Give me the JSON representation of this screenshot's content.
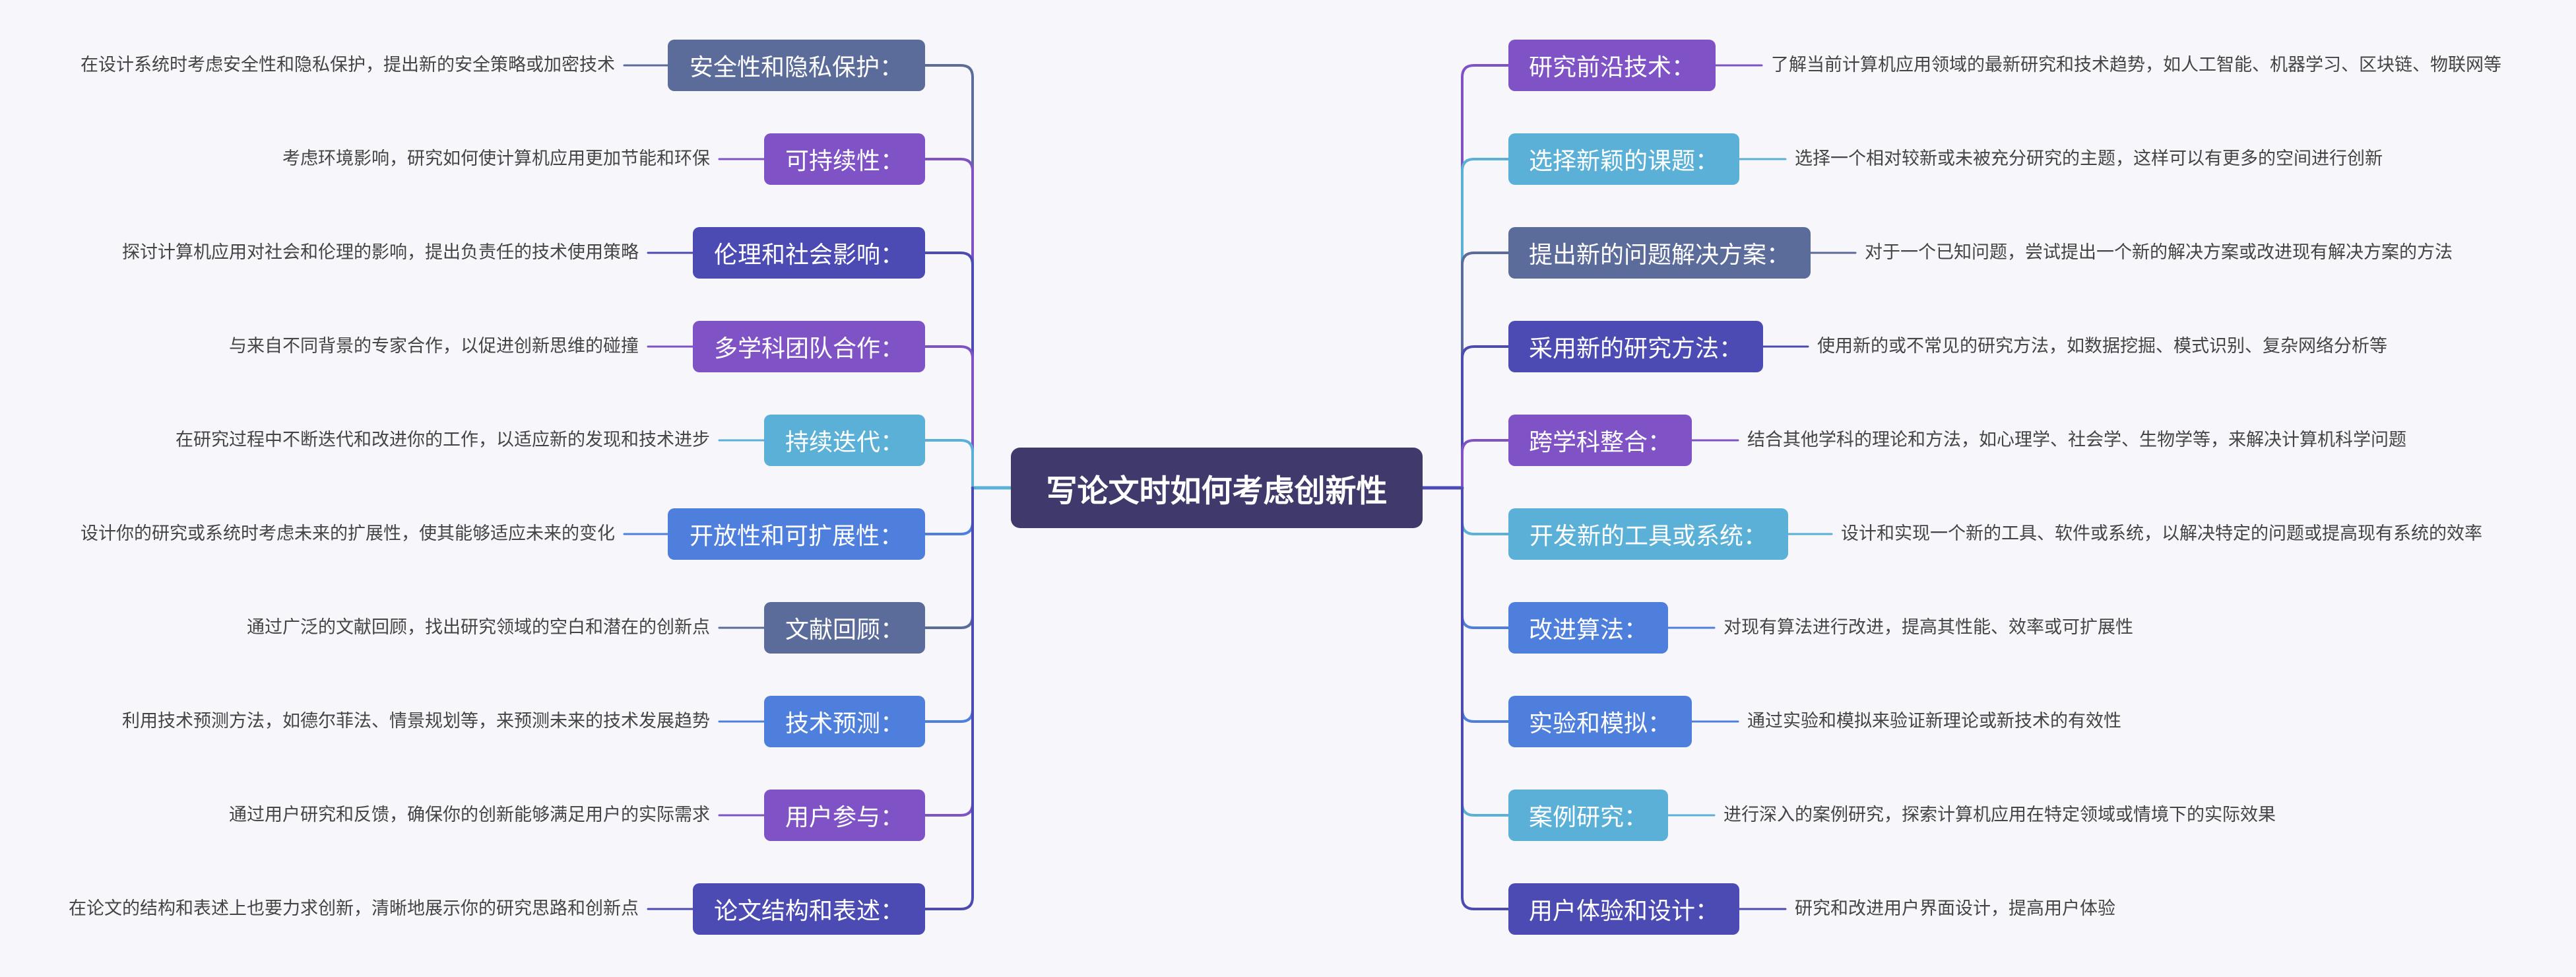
{
  "central": {
    "title": "写论文时如何考虑创新性",
    "color": "#3f3a6b"
  },
  "line_colors": {
    "slate": "#5b6b9a",
    "violet": "#7f52c6",
    "indigo": "#4c4bb3",
    "sky": "#5ab0d6",
    "blue": "#4f7fdc"
  },
  "left": [
    {
      "label": "安全性和隐私保护：",
      "desc": "在设计系统时考虑安全性和隐私保护，提出新的安全策略或加密技术",
      "color": "#5b6b9a"
    },
    {
      "label": "可持续性：",
      "desc": "考虑环境影响，研究如何使计算机应用更加节能和环保",
      "color": "#7f52c6"
    },
    {
      "label": "伦理和社会影响：",
      "desc": "探讨计算机应用对社会和伦理的影响，提出负责任的技术使用策略",
      "color": "#4c4bb3"
    },
    {
      "label": "多学科团队合作：",
      "desc": "与来自不同背景的专家合作，以促进创新思维的碰撞",
      "color": "#7f52c6"
    },
    {
      "label": "持续迭代：",
      "desc": "在研究过程中不断迭代和改进你的工作，以适应新的发现和技术进步",
      "color": "#5ab0d6"
    },
    {
      "label": "开放性和可扩展性：",
      "desc": "设计你的研究或系统时考虑未来的扩展性，使其能够适应未来的变化",
      "color": "#4f7fdc"
    },
    {
      "label": "文献回顾：",
      "desc": "通过广泛的文献回顾，找出研究领域的空白和潜在的创新点",
      "color": "#5b6b9a"
    },
    {
      "label": "技术预测：",
      "desc": "利用技术预测方法，如德尔菲法、情景规划等，来预测未来的技术发展趋势",
      "color": "#4f7fdc"
    },
    {
      "label": "用户参与：",
      "desc": "通过用户研究和反馈，确保你的创新能够满足用户的实际需求",
      "color": "#7f52c6"
    },
    {
      "label": "论文结构和表述：",
      "desc": "在论文的结构和表述上也要力求创新，清晰地展示你的研究思路和创新点",
      "color": "#4c4bb3"
    }
  ],
  "right": [
    {
      "label": "研究前沿技术：",
      "desc": "了解当前计算机应用领域的最新研究和技术趋势，如人工智能、机器学习、区块链、物联网等",
      "color": "#7f52c6"
    },
    {
      "label": "选择新颖的课题：",
      "desc": "选择一个相对较新或未被充分研究的主题，这样可以有更多的空间进行创新",
      "color": "#5ab0d6"
    },
    {
      "label": "提出新的问题解决方案：",
      "desc": "对于一个已知问题，尝试提出一个新的解决方案或改进现有解决方案的方法",
      "color": "#5b6b9a"
    },
    {
      "label": "采用新的研究方法：",
      "desc": "使用新的或不常见的研究方法，如数据挖掘、模式识别、复杂网络分析等",
      "color": "#4c4bb3"
    },
    {
      "label": "跨学科整合：",
      "desc": "结合其他学科的理论和方法，如心理学、社会学、生物学等，来解决计算机科学问题",
      "color": "#7f52c6"
    },
    {
      "label": "开发新的工具或系统：",
      "desc": "设计和实现一个新的工具、软件或系统，以解决特定的问题或提高现有系统的效率",
      "color": "#5ab0d6"
    },
    {
      "label": "改进算法：",
      "desc": "对现有算法进行改进，提高其性能、效率或可扩展性",
      "color": "#4f7fdc"
    },
    {
      "label": "实验和模拟：",
      "desc": "通过实验和模拟来验证新理论或新技术的有效性",
      "color": "#4f7fdc"
    },
    {
      "label": "案例研究：",
      "desc": "进行深入的案例研究，探索计算机应用在特定领域或情境下的实际效果",
      "color": "#5ab0d6"
    },
    {
      "label": "用户体验和设计：",
      "desc": "研究和改进用户界面设计，提高用户体验",
      "color": "#4c4bb3"
    }
  ]
}
